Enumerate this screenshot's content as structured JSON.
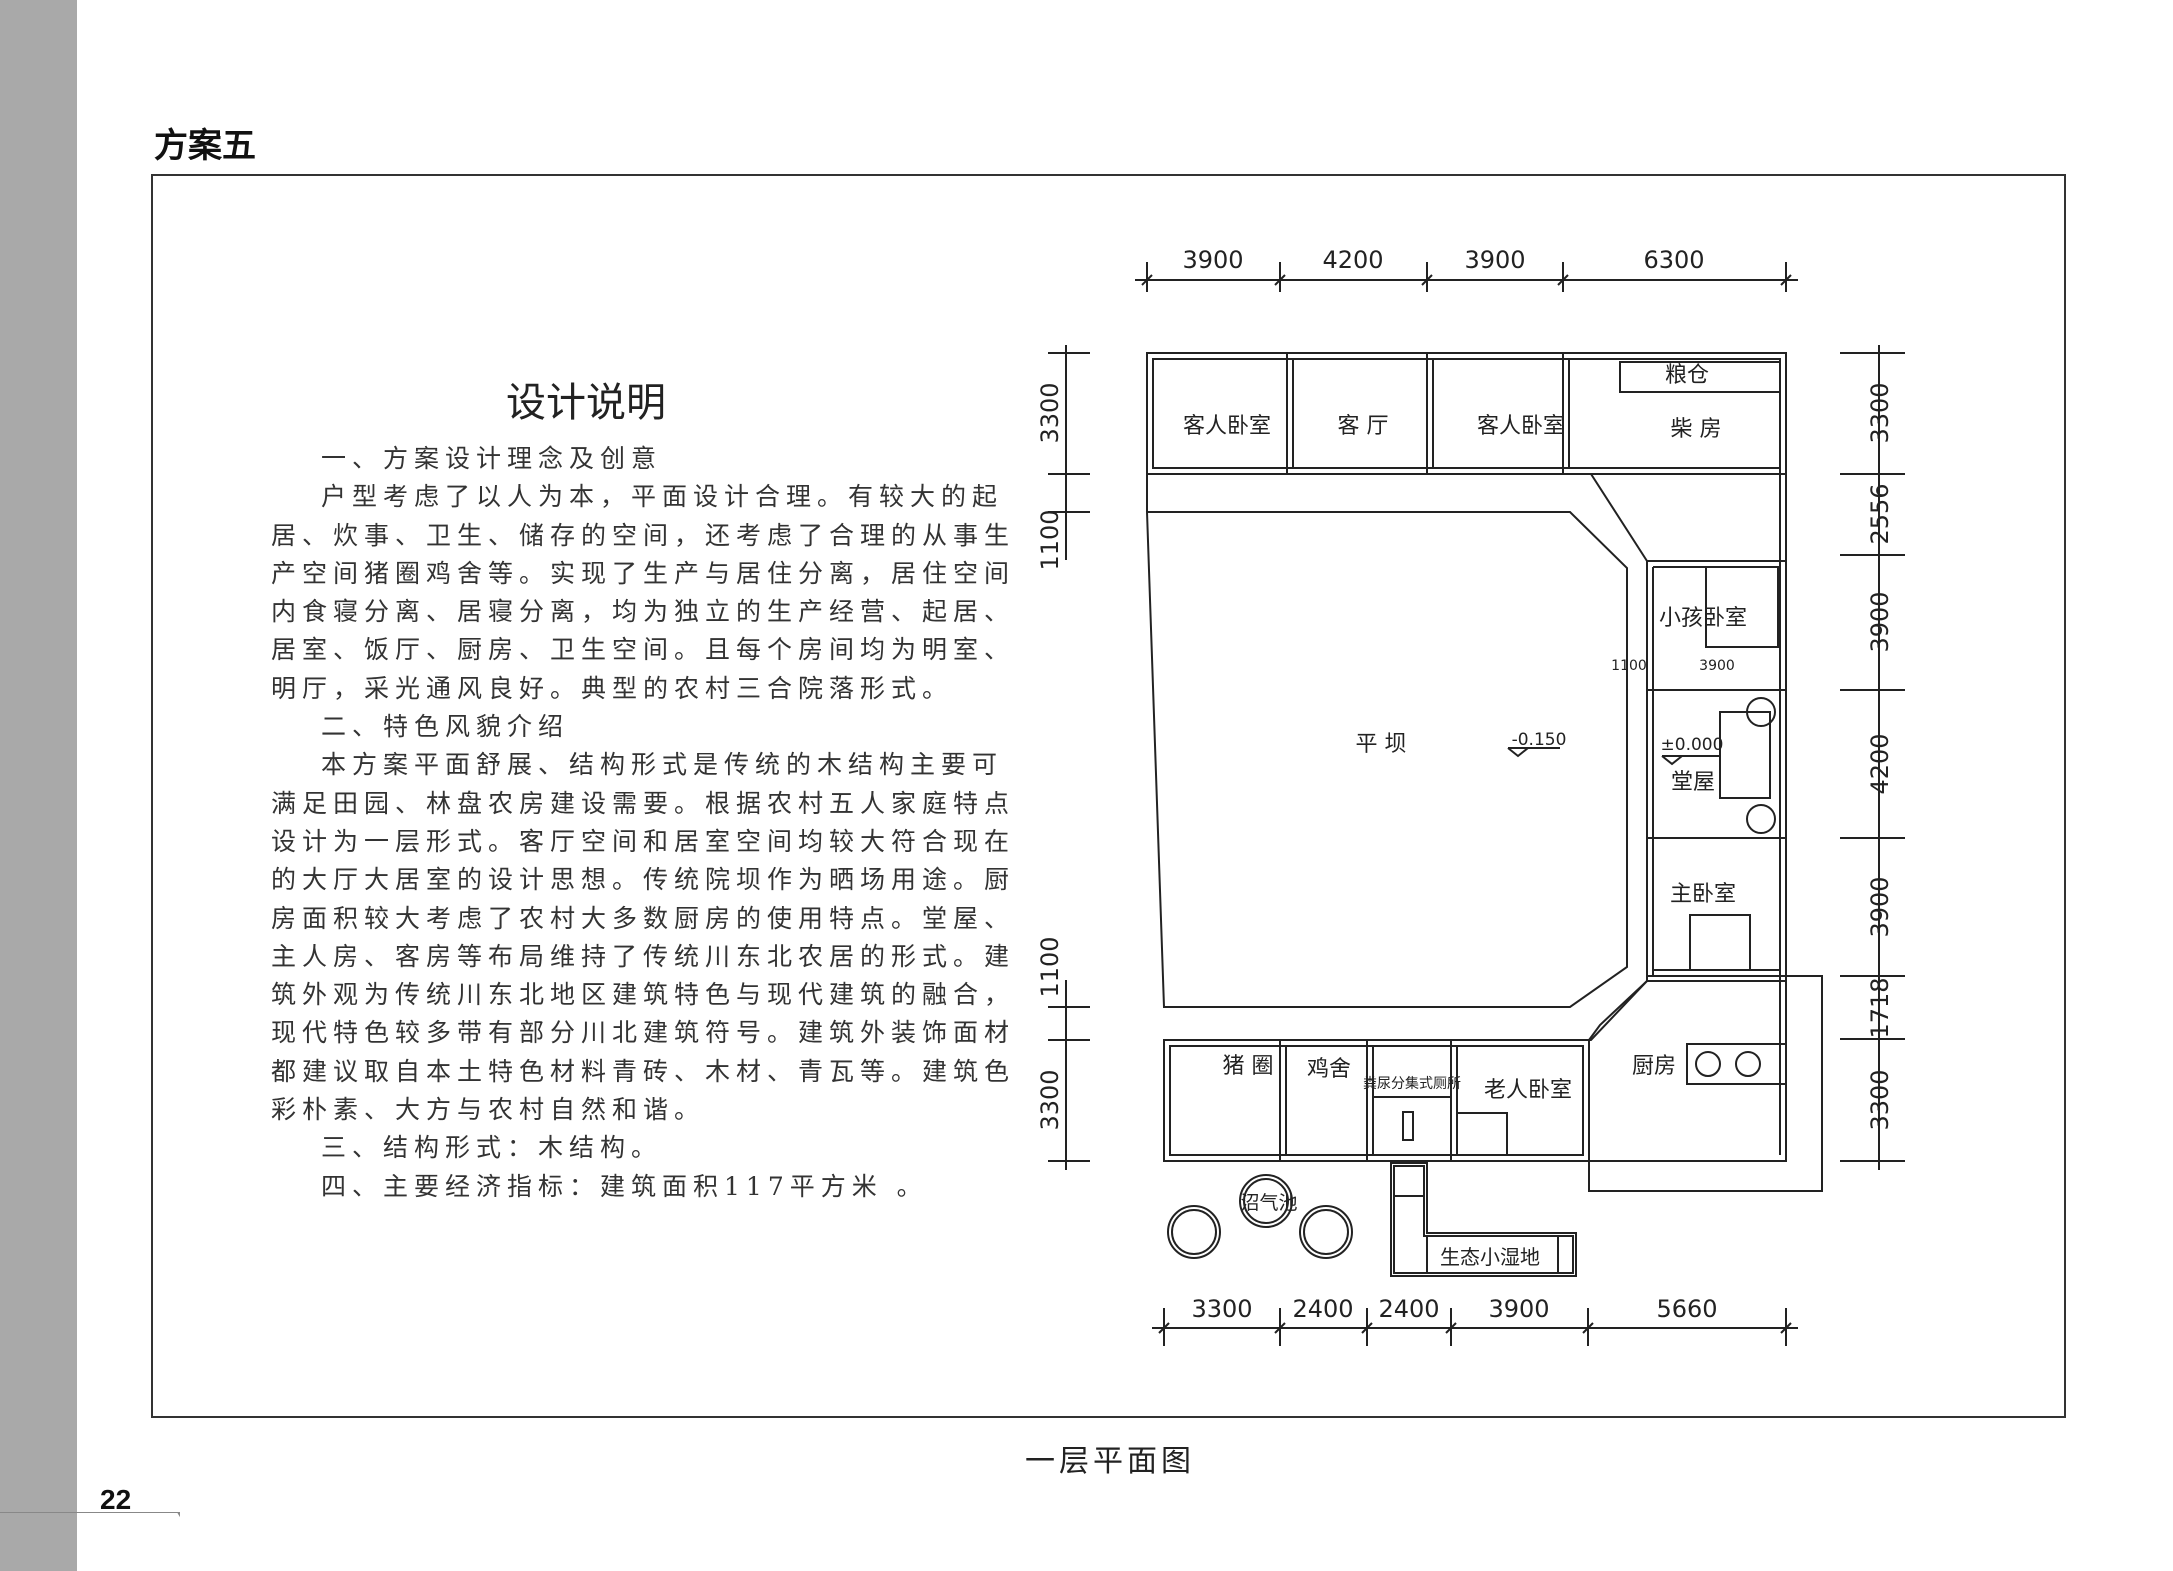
{
  "page_number": "22",
  "scheme_title": "方案五",
  "description": {
    "title": "设计说明",
    "lines": [
      {
        "text": "一、方案设计理念及创意",
        "indent": true
      },
      {
        "text": "户型考虑了以人为本，平面设计合理。有较大的起",
        "indent": true
      },
      {
        "text": "居、炊事、卫生、储存的空间，还考虑了合理的从事生",
        "indent": false
      },
      {
        "text": "产空间猪圈鸡舍等。实现了生产与居住分离，居住空间",
        "indent": false
      },
      {
        "text": "内食寝分离、居寝分离，均为独立的生产经营、起居、",
        "indent": false
      },
      {
        "text": "居室、饭厅、厨房、卫生空间。且每个房间均为明室、",
        "indent": false
      },
      {
        "text": "明厅，采光通风良好。典型的农村三合院落形式。",
        "indent": false
      },
      {
        "text": "二、特色风貌介绍",
        "indent": true
      },
      {
        "text": "本方案平面舒展、结构形式是传统的木结构主要可",
        "indent": true
      },
      {
        "text": "满足田园、林盘农房建设需要。根据农村五人家庭特点",
        "indent": false
      },
      {
        "text": "设计为一层形式。客厅空间和居室空间均较大符合现在",
        "indent": false
      },
      {
        "text": "的大厅大居室的设计思想。传统院坝作为晒场用途。厨",
        "indent": false
      },
      {
        "text": "房面积较大考虑了农村大多数厨房的使用特点。堂屋、",
        "indent": false
      },
      {
        "text": "主人房、客房等布局维持了传统川东北农居的形式。建",
        "indent": false
      },
      {
        "text": "筑外观为传统川东北地区建筑特色与现代建筑的融合，",
        "indent": false
      },
      {
        "text": "现代特色较多带有部分川北建筑符号。建筑外装饰面材",
        "indent": false
      },
      {
        "text": "都建议取自本土特色材料青砖、木材、青瓦等。建筑色",
        "indent": false
      },
      {
        "text": "彩朴素、大方与农村自然和谐。",
        "indent": false
      },
      {
        "text": "三、结构形式：木结构。",
        "indent": true
      },
      {
        "text": "四、主要经济指标：建筑面积117平方米 。",
        "indent": true
      }
    ]
  },
  "plan": {
    "caption": "一层平面图",
    "dims_top": [
      "3900",
      "4200",
      "3900",
      "6300"
    ],
    "dims_bottom": [
      "3300",
      "2400",
      "2400",
      "3900",
      "5660"
    ],
    "dims_right": [
      "3300",
      "2556",
      "3900",
      "4200",
      "3900",
      "1718",
      "3300"
    ],
    "dims_left": [
      "3300",
      "1100",
      "1100",
      "3300"
    ],
    "inner_dims": [
      "1100",
      "3900"
    ],
    "levels": {
      "courtyard": "-0.150",
      "hall": "±0.000"
    },
    "rooms": {
      "guest1": "客人卧室",
      "living": "客 厅",
      "guest2": "客人卧室",
      "granary": "粮仓",
      "woodshed": "柴 房",
      "child": "小孩卧室",
      "hall": "堂屋",
      "master": "主卧室",
      "courtyard": "平 坝",
      "pigsty": "猪 圈",
      "coop": "鸡舍",
      "toilet": "粪尿分集式厕所",
      "elder": "老人卧室",
      "kitchen": "厨房",
      "biogas": "沼气池",
      "wetland": "生态小湿地"
    }
  }
}
